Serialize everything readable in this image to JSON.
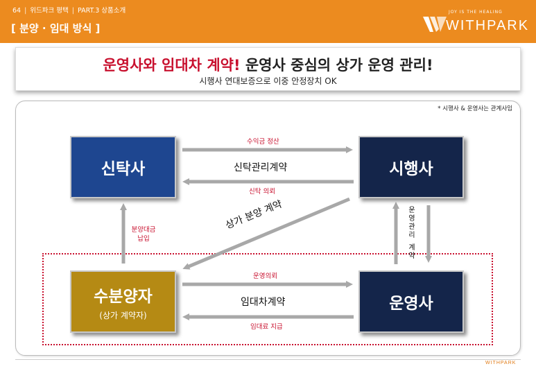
{
  "header": {
    "page_number": "64",
    "section": "위드파크 평택",
    "part": "PART.3 상품소개",
    "title": "[ 분양 · 임대 방식 ]",
    "logo_tagline": "JOY IS THE HEALING",
    "logo_text": "WITHPARK"
  },
  "banner": {
    "title_red": "운영사와 임대차 계약!",
    "title_dark": " 운영사 중심의 상가 운영 관리!",
    "subtitle": "시행사 연대보증으로 이중 안정장치 OK"
  },
  "diagram": {
    "note": "* 시행사 & 운영사는 관계사임",
    "trust_company": "신탁사",
    "developer": "시행사",
    "buyer": "수분양자",
    "buyer_sub": "(상가 계약자)",
    "operator": "운영사",
    "revenue_settlement": "수익금 정산",
    "trust_management_contract": "신탁관리계약",
    "trust_request": "신탁 의뢰",
    "sale_payment_line1": "분양대금",
    "sale_payment_line2": "납입",
    "store_sale_contract": "상가 분양 계약",
    "operation_contract_chars": [
      "운",
      "영",
      "관",
      "리",
      " ",
      "계",
      "약"
    ],
    "operation_request": "운영의뢰",
    "lease_contract": "임대차계약",
    "rent_payment": "임대료 지급"
  },
  "footer": {
    "logo_text": "WITHPARK"
  },
  "colors": {
    "header_orange": "#ec8b1f",
    "trust_blue": "#1e4690",
    "navy": "#14254a",
    "gold": "#b58a14",
    "red": "#c8102e",
    "arrow_gray": "#a8a8a8"
  }
}
